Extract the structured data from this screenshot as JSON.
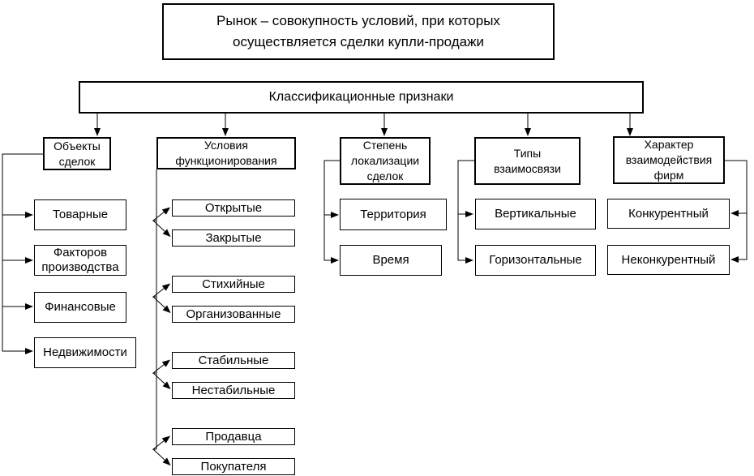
{
  "title_box": "Рынок – совокупность условий, при которых\nосуществляется сделки купли-продажи",
  "classification_box": "Классификационные признаки",
  "columns": [
    {
      "header": "Объекты\nсделок",
      "items": [
        "Товарные",
        "Факторов производства",
        "Финансовые",
        "Недвижимости"
      ]
    },
    {
      "header": "Условия\nфункционирования",
      "items": [
        "Открытые",
        "Закрытые",
        "Стихийные",
        "Организованные",
        "Стабильные",
        "Нестабильные",
        "Продавца",
        "Покупателя"
      ]
    },
    {
      "header": "Степень\nлокализации\nсделок",
      "items": [
        "Территория",
        "Время"
      ]
    },
    {
      "header": "Типы\nвзаимосвязи",
      "items": [
        "Вертикальные",
        "Горизонтальные"
      ]
    },
    {
      "header": "Характер\nвзаимодействия\nфирм",
      "items": [
        "Конкурентный",
        "Неконкурентный"
      ]
    }
  ],
  "colors": {
    "line": "#000000",
    "text": "#000000",
    "background": "#ffffff",
    "box_fill": "#ffffff"
  }
}
